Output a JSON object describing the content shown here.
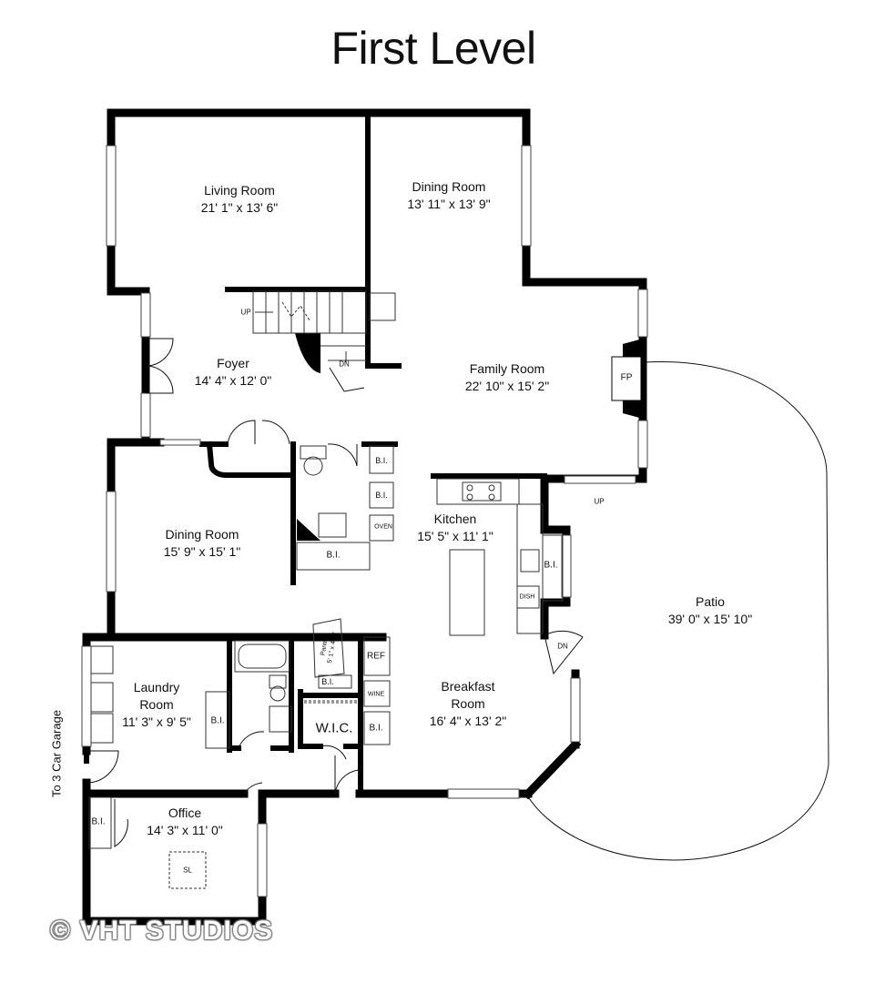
{
  "title": "First Level",
  "rooms": {
    "living": {
      "name": "Living Room",
      "size": "21' 1\" x 13' 6\""
    },
    "dining_upper": {
      "name": "Dining Room",
      "size": "13' 11\" x 13' 9\""
    },
    "foyer": {
      "name": "Foyer",
      "size": "14' 4\" x 12' 0\""
    },
    "family": {
      "name": "Family Room",
      "size": "22' 10\" x 15' 2\""
    },
    "dining_lower": {
      "name": "Dining Room",
      "size": "15' 9\" x 15' 1\""
    },
    "kitchen": {
      "name": "Kitchen",
      "size": "15' 5\" x 11' 1\""
    },
    "patio": {
      "name": "Patio",
      "size": "39' 0\" x 15' 10\""
    },
    "laundry": {
      "name_line1": "Laundry",
      "name_line2": "Room",
      "size": "11' 3\" x 9' 5\""
    },
    "breakfast": {
      "name_line1": "Breakfast",
      "name_line2": "Room",
      "size": "16' 4\" x 13' 2\""
    },
    "office": {
      "name": "Office",
      "size": "14' 3\" x 11' 0\""
    }
  },
  "labels": {
    "up_stair": "UP",
    "dn_stair": "DN",
    "fireplace": "FP",
    "up_patio": "UP",
    "bi": "B.I.",
    "oven": "OVEN",
    "dish": "DISH",
    "ref": "REF",
    "wine": "WINE",
    "pantry": "Pantry",
    "pantry_size": "5' 1\" x 4' 1\"",
    "wic": "W.I.C.",
    "dn_patio": "DN",
    "skylight": "SL",
    "garage": "To 3 Car Garage"
  },
  "watermark": "© VHT STUDIOS"
}
